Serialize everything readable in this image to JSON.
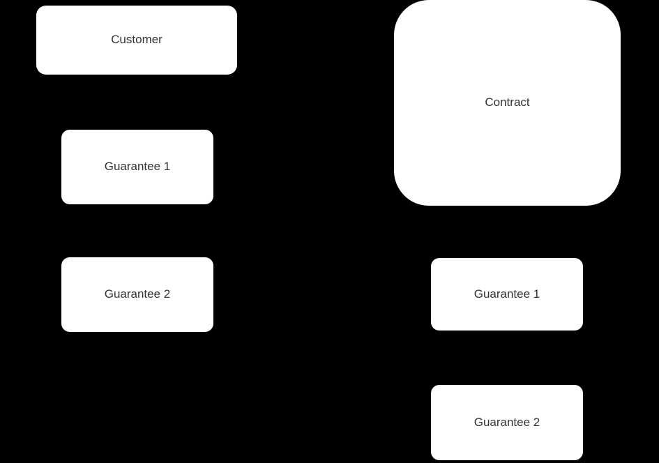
{
  "diagram": {
    "background_color": "#000000",
    "node_fill_color": "#ffffff",
    "node_text_color": "#333333",
    "nodes": [
      {
        "id": "customer",
        "label": "Customer"
      },
      {
        "id": "contract",
        "label": "Contract"
      },
      {
        "id": "guarantee1-left",
        "label": "Guarantee 1"
      },
      {
        "id": "guarantee2-left",
        "label": "Guarantee 2"
      },
      {
        "id": "guarantee1-right",
        "label": "Guarantee 1"
      },
      {
        "id": "guarantee2-right",
        "label": "Guarantee 2"
      }
    ]
  }
}
